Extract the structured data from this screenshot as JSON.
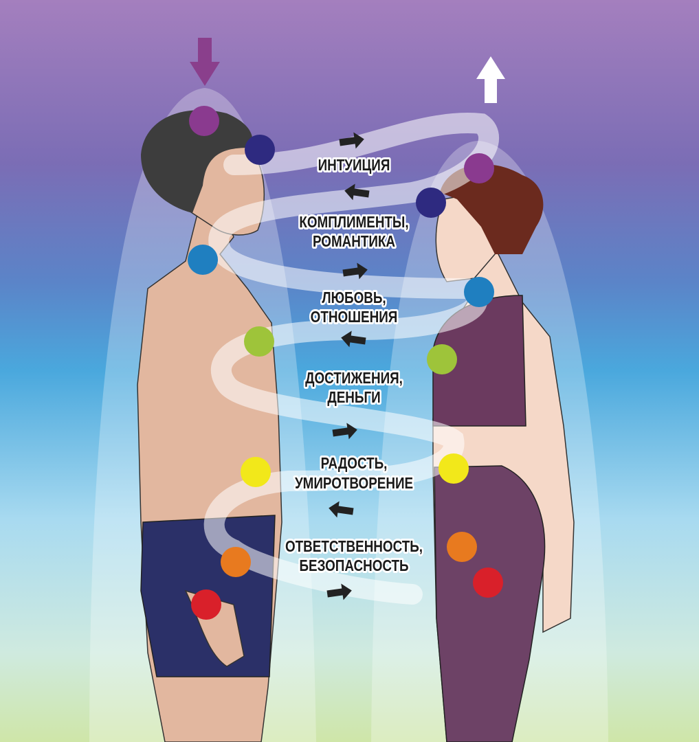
{
  "labels": [
    {
      "lines": [
        "ИНТУИЦИЯ"
      ]
    },
    {
      "lines": [
        "КОМПЛИМЕНТЫ,",
        "РОМАНТИКА"
      ]
    },
    {
      "lines": [
        "ЛЮБОВЬ,",
        "ОТНОШЕНИЯ"
      ]
    },
    {
      "lines": [
        "ДОСТИЖЕНИЯ,",
        "ДЕНЬГИ"
      ]
    },
    {
      "lines": [
        "РАДОСТЬ,",
        "УМИРОТВОРЕНИЕ"
      ]
    },
    {
      "lines": [
        "ОТВЕТСТВЕННОСТЬ,",
        "БЕЗОПАСНОСТЬ"
      ]
    }
  ],
  "flow_arrows": [
    "right",
    "left",
    "right",
    "left",
    "right",
    "left",
    "right"
  ],
  "top_arrows": {
    "man": "down",
    "woman": "up"
  },
  "chakra_colors": [
    "#8a3a8f",
    "#2e2a80",
    "#1f7fc0",
    "#9ec43a",
    "#f2e81a",
    "#e87a1f",
    "#d9202a"
  ]
}
